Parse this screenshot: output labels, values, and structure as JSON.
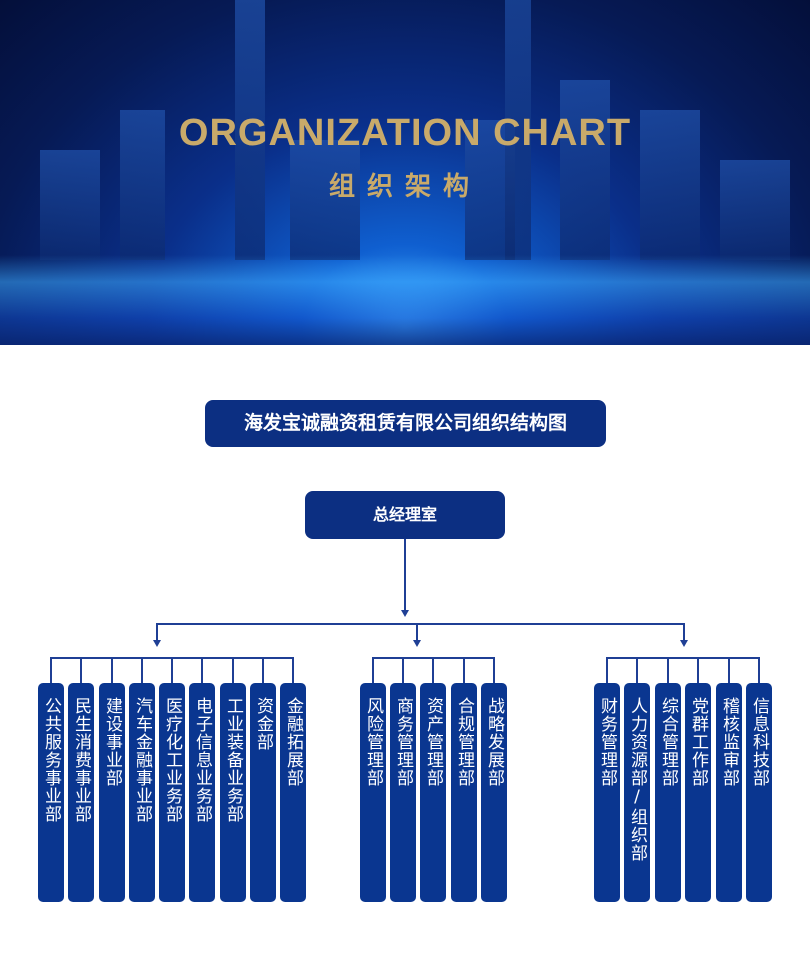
{
  "header": {
    "title_en": "ORGANIZATION CHART",
    "title_cn": "组织架构"
  },
  "chart_title": "海发宝诚融资租赁有限公司组织结构图",
  "root": "总经理室",
  "groups": [
    [
      "公共服务事业部",
      "民生消费事业部",
      "建设事业部",
      "汽车金融事业部",
      "医疗化工业务部",
      "电子信息业务部",
      "工业装备业务部",
      "资金部",
      "金融拓展部"
    ],
    [
      "风险管理部",
      "商务管理部",
      "资产管理部",
      "合规管理部",
      "战略发展部"
    ],
    [
      "财务管理部",
      "人力资源部/组织部",
      "综合管理部",
      "党群工作部",
      "稽核监审部",
      "信息科技部"
    ]
  ],
  "colors": {
    "box": "#0a3690",
    "title_box": "#0c2f82",
    "gold": "#c9aa6a"
  }
}
